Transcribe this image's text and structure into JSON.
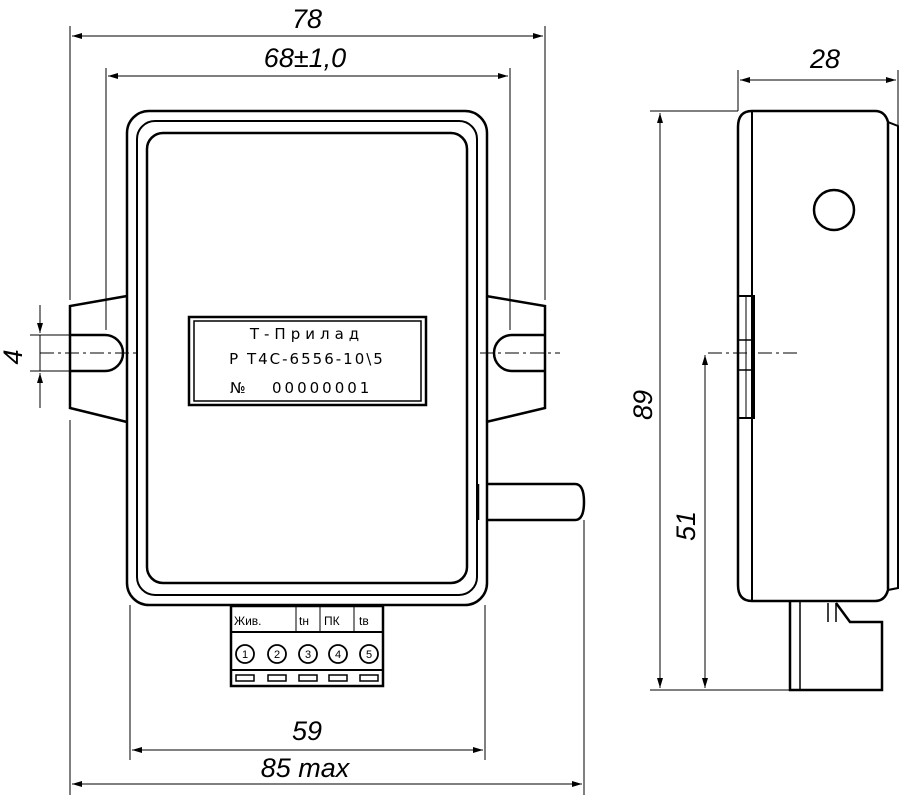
{
  "dimensions": {
    "overall_width": "78",
    "mount_spacing": "68±1,0",
    "slot_width": "4",
    "depth": "28",
    "height": "89",
    "sensor_height": "51",
    "body_width": "59",
    "max_width": "85 max"
  },
  "nameplate": {
    "line1": "Т-Прилад",
    "line2": "Р Т4С-6556-10\\5",
    "serial_prefix": "№",
    "serial": "00000001"
  },
  "terminals": {
    "labels": [
      "Жив.",
      "tн",
      "ПК",
      "tв"
    ],
    "numbers": [
      "1",
      "2",
      "3",
      "4",
      "5"
    ]
  }
}
